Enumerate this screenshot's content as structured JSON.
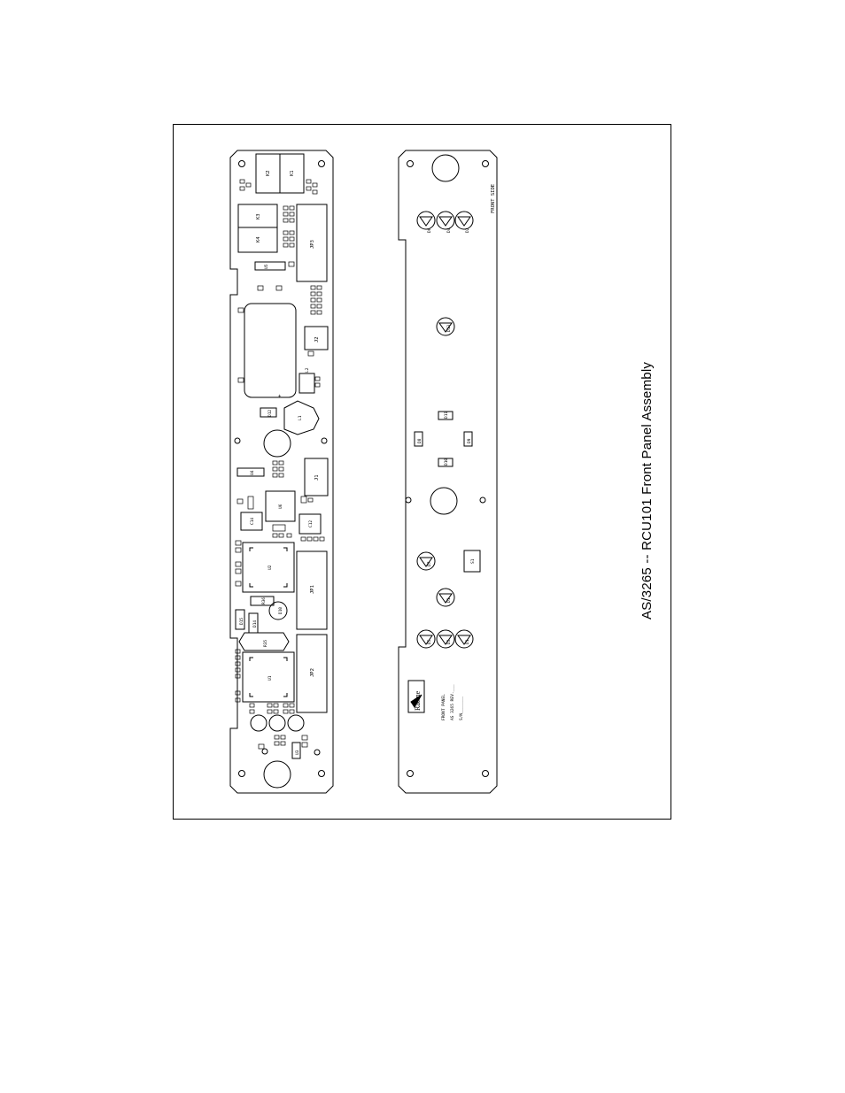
{
  "caption": "AS/3265 -- RCU101 Front Panel Assembly",
  "front_side_label": "FRONT SIDE",
  "logo_text": "Racine",
  "pcb_text": {
    "line1": "FRONT PANEL",
    "line2": "AS 3265  REV.___",
    "line3": "S/N_______"
  },
  "components_back": {
    "relays": [
      "K2",
      "K1",
      "K3",
      "K4"
    ],
    "connectors": [
      "JP3",
      "J2",
      "J1",
      "JP1",
      "JP2"
    ],
    "ics": [
      "U5",
      "U6",
      "U2",
      "U4",
      "U3",
      "U1"
    ],
    "inductors": [
      "L1",
      "L2"
    ],
    "resistors": [
      "R36",
      "R35"
    ],
    "diodes": [
      "D12",
      "D14",
      "D15",
      "D10"
    ],
    "capacitors": [
      "C14",
      "C12"
    ]
  },
  "components_front": {
    "leds_top": [
      "D6",
      "D4",
      "D2"
    ],
    "led_upper": "D13",
    "leds_mid": [
      "D11",
      "D8",
      "D9",
      "D10"
    ],
    "led_d7": "D7",
    "switch": "S1",
    "led_d1": "D1",
    "leds_bottom": [
      "D5",
      "D3",
      "D1"
    ]
  }
}
